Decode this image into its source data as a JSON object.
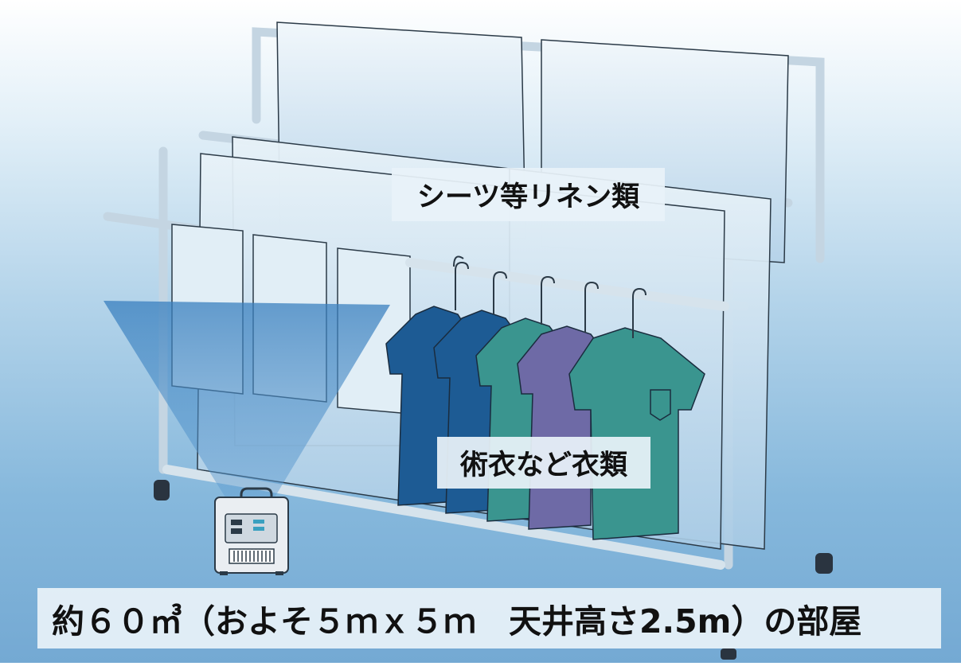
{
  "labels": {
    "linen": "シーツ等リネン類",
    "clothes": "術衣など衣類",
    "room": "約６０㎥（およそ５ｍｘ５ｍ　天井高さ2.5m）の部屋"
  },
  "colors": {
    "rack": "#d3e2ec",
    "rack_outline": "#a8bccb",
    "sheet": "#e4eff6",
    "spray": "#3e85c2",
    "shirt_navy": "#1d5b94",
    "shirt_teal": "#3a958f",
    "shirt_purple": "#6e6aa6",
    "device_body": "#eaeef2"
  },
  "icons": {
    "device": "ozone-generator-icon",
    "shirt": "shirt-icon",
    "sheet": "sheet-icon"
  }
}
